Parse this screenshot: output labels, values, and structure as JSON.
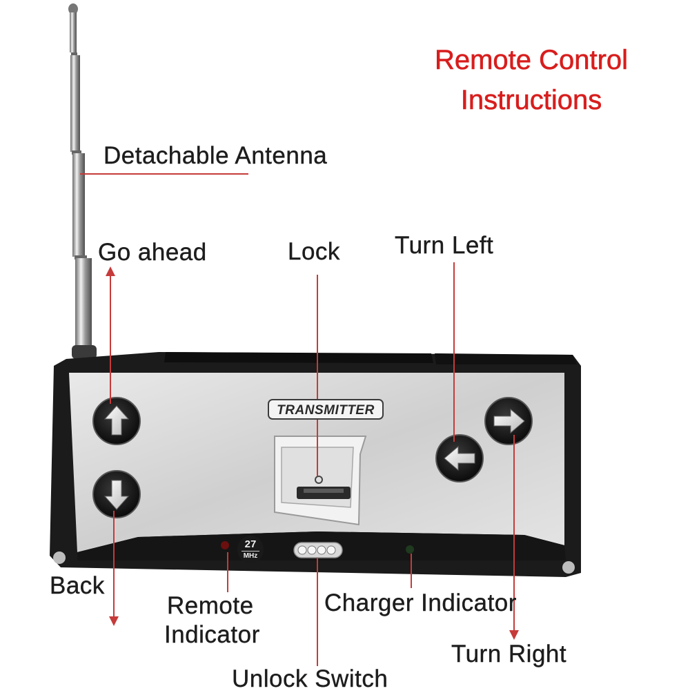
{
  "title": {
    "line1": "Remote Control",
    "line2": "Instructions"
  },
  "device": {
    "brand_label": "TRANSMITTER",
    "frequency_value": "27",
    "frequency_unit": "MHz"
  },
  "labels": {
    "antenna": "Detachable Antenna",
    "go_ahead": "Go ahead",
    "lock": "Lock",
    "turn_left": "Turn Left",
    "back": "Back",
    "remote_indicator_1": "Remote",
    "remote_indicator_2": "Indicator",
    "charger_indicator": "Charger Indicator",
    "turn_right": "Turn Right",
    "unlock_switch": "Unlock Switch"
  },
  "colors": {
    "title": "#d81d1d",
    "leader_line": "#c63a3a",
    "label_text": "#1d1d1d",
    "device_body": "#1b1b1b",
    "device_panel": "#d6d6d6"
  }
}
